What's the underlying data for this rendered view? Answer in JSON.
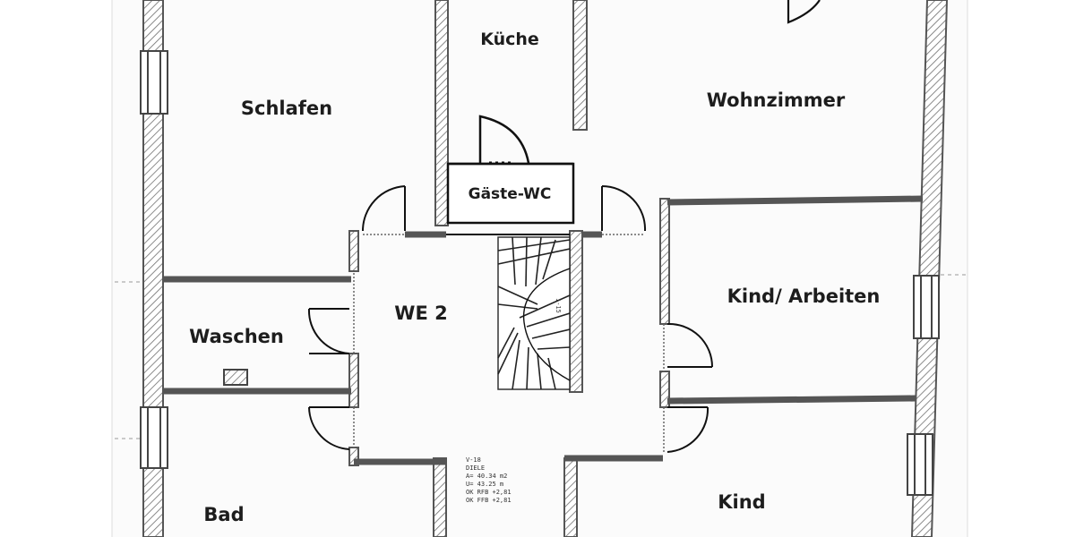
{
  "plan": {
    "rooms": {
      "schlafen": "Schlafen",
      "kueche": "Küche",
      "wohnzimmer": "Wohnzimmer",
      "gaeste_wc": "Gäste-WC",
      "we2": "WE 2",
      "kind_arbeiten": "Kind/ Arbeiten",
      "waschen": "Waschen",
      "bad": "Bad",
      "kind": "Kind"
    },
    "diele_annotation": {
      "line1": "V-18",
      "line2": "DIELE",
      "line3": "A= 40.34 m2",
      "line4": "U= 43.25 m",
      "line5": "OK RFB +2,81",
      "line6": "OK FFB +2,81"
    },
    "stair_label": "1-15"
  },
  "colors": {
    "wall": "#555555",
    "hatch": "#8a8a8a",
    "background": "#fbfbfb",
    "text": "#1d1d1d"
  }
}
